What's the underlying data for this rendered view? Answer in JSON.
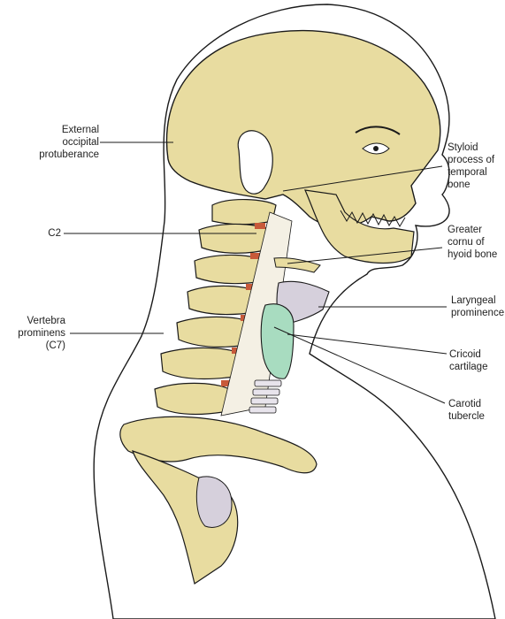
{
  "labels": {
    "external_occipital": [
      "External",
      "occipital",
      "protuberance"
    ],
    "c2": [
      "C2"
    ],
    "vertebra_prominens": [
      "Vertebra",
      "prominens",
      "(C7)"
    ],
    "styloid": [
      "Styloid",
      "process of",
      "temporal",
      "bone"
    ],
    "greater_cornu": [
      "Greater",
      "cornu of",
      "hyoid bone"
    ],
    "laryngeal": [
      "Laryngeal",
      "prominence"
    ],
    "cricoid": [
      "Cricoid",
      "cartilage"
    ],
    "carotid": [
      "Carotid",
      "tubercle"
    ]
  },
  "colors": {
    "bone": "#e8dca0",
    "bone_shadow": "#cfc07a",
    "cartilage_green": "#a8dcc0",
    "thyroid_gray": "#d6d0dc",
    "disc_red": "#c85a3a",
    "outline": "#1a1a1a"
  }
}
